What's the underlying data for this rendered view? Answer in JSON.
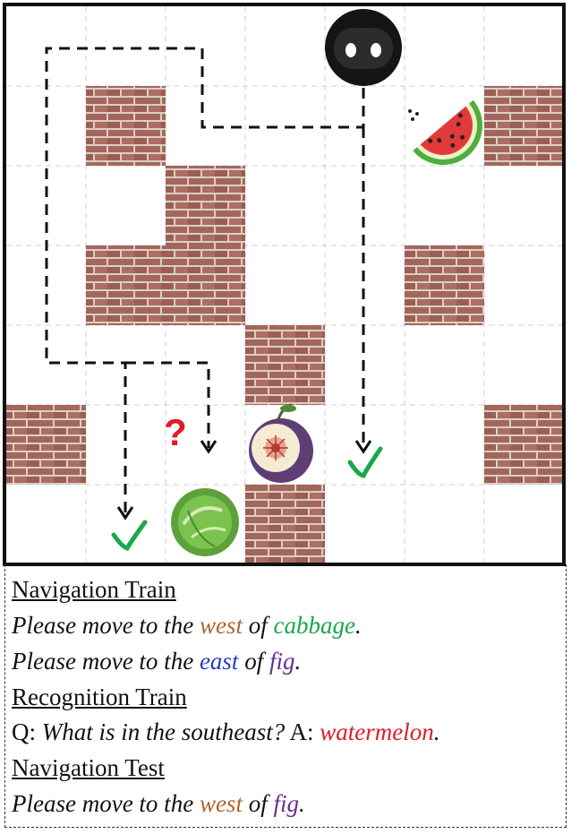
{
  "grid": {
    "rows": 7,
    "cols": 7,
    "walls": [
      [
        1,
        1
      ],
      [
        1,
        6
      ],
      [
        2,
        2
      ],
      [
        3,
        1
      ],
      [
        3,
        2
      ],
      [
        3,
        5
      ],
      [
        4,
        3
      ],
      [
        5,
        0
      ],
      [
        5,
        6
      ],
      [
        6,
        3
      ]
    ],
    "items": [
      {
        "name": "robot",
        "row": 0,
        "col": 4
      },
      {
        "name": "watermelon",
        "row": 1,
        "col": 5
      },
      {
        "name": "fig",
        "row": 5,
        "col": 3
      },
      {
        "name": "cabbage",
        "row": 6,
        "col": 2
      }
    ],
    "question_mark": "?",
    "colors": {
      "wall": "#a4665c",
      "mortar": "#d9cfc4",
      "path": "#111111",
      "check": "#1aa84a",
      "question": "#e01b24"
    }
  },
  "instructions": {
    "nav_train": {
      "heading": "Navigation Train",
      "line1": {
        "pre": "Please move to the ",
        "dir": "west",
        "mid": " of ",
        "obj": "cabbage",
        "post": "."
      },
      "line2": {
        "pre": "Please move to the ",
        "dir": "east",
        "mid": " of ",
        "obj": "fig",
        "post": "."
      }
    },
    "rec_train": {
      "heading": "Recognition Train",
      "q_label": "Q: ",
      "question": "What is in the southeast?",
      "a_label": " A: ",
      "answer": "watermelon",
      "post": "."
    },
    "nav_test": {
      "heading": "Navigation Test",
      "line1": {
        "pre": "Please move to the ",
        "dir": "west",
        "mid": " of ",
        "obj": "fig",
        "post": "."
      }
    },
    "colors": {
      "west": "#b0662a",
      "east": "#1f3fbf",
      "cabbage": "#1aa84a",
      "fig": "#6a2d8f",
      "watermelon": "#e01b24"
    }
  }
}
